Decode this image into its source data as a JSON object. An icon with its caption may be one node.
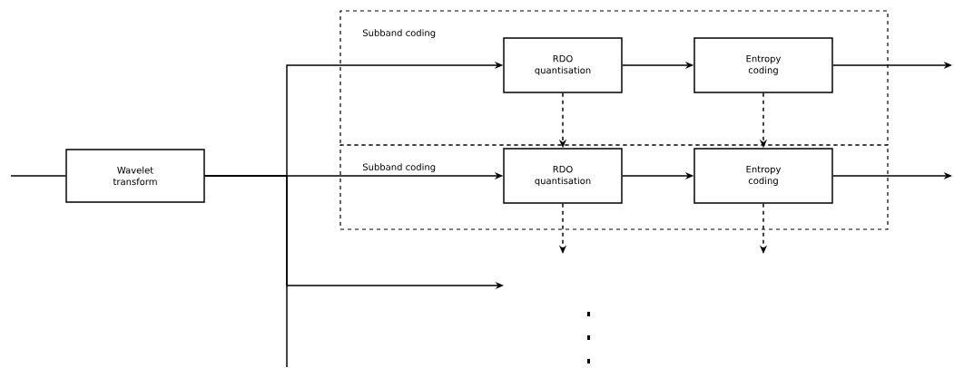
{
  "diagram": {
    "nodes": [
      {
        "text": [
          "Wavelet transform"
        ]
      },
      {
        "text": [
          "Subband coding"
        ]
      },
      {
        "text": [
          "RDO quantisation"
        ],
        "in": 1
      },
      {
        "text": [
          "Entropy coding"
        ],
        "in": 1
      },
      {
        "text": [
          "Subband coding"
        ]
      },
      {
        "text": [
          "RDO quantisation"
        ],
        "in": 4
      },
      {
        "text": [
          "Entropy coding"
        ],
        "in": 4
      }
    ],
    "edges": [
      {
        "from": null,
        "to": 0,
        "arrow": "none"
      },
      {
        "from": 0,
        "to": 2,
        "arrow": "to"
      },
      {
        "from": 0,
        "to": 5,
        "arrow": "to"
      },
      {
        "from": 0,
        "to": null,
        "arrow": "to"
      },
      {
        "from": 0,
        "to": null,
        "arrow": "none"
      },
      {
        "from": 2,
        "to": 3,
        "arrow": "to"
      },
      {
        "from": 3,
        "to": null,
        "arrow": "to"
      },
      {
        "from": 5,
        "to": 6,
        "arrow": "to"
      },
      {
        "from": 6,
        "to": null,
        "arrow": "to"
      },
      {
        "from": 2,
        "to": 5,
        "arrow": "to",
        "style": "dashed"
      },
      {
        "from": 3,
        "to": 6,
        "arrow": "to",
        "style": "dashed"
      },
      {
        "from": 5,
        "to": null,
        "arrow": "to",
        "style": "dashed"
      },
      {
        "from": 6,
        "to": null,
        "arrow": "to",
        "style": "dashed"
      }
    ]
  }
}
